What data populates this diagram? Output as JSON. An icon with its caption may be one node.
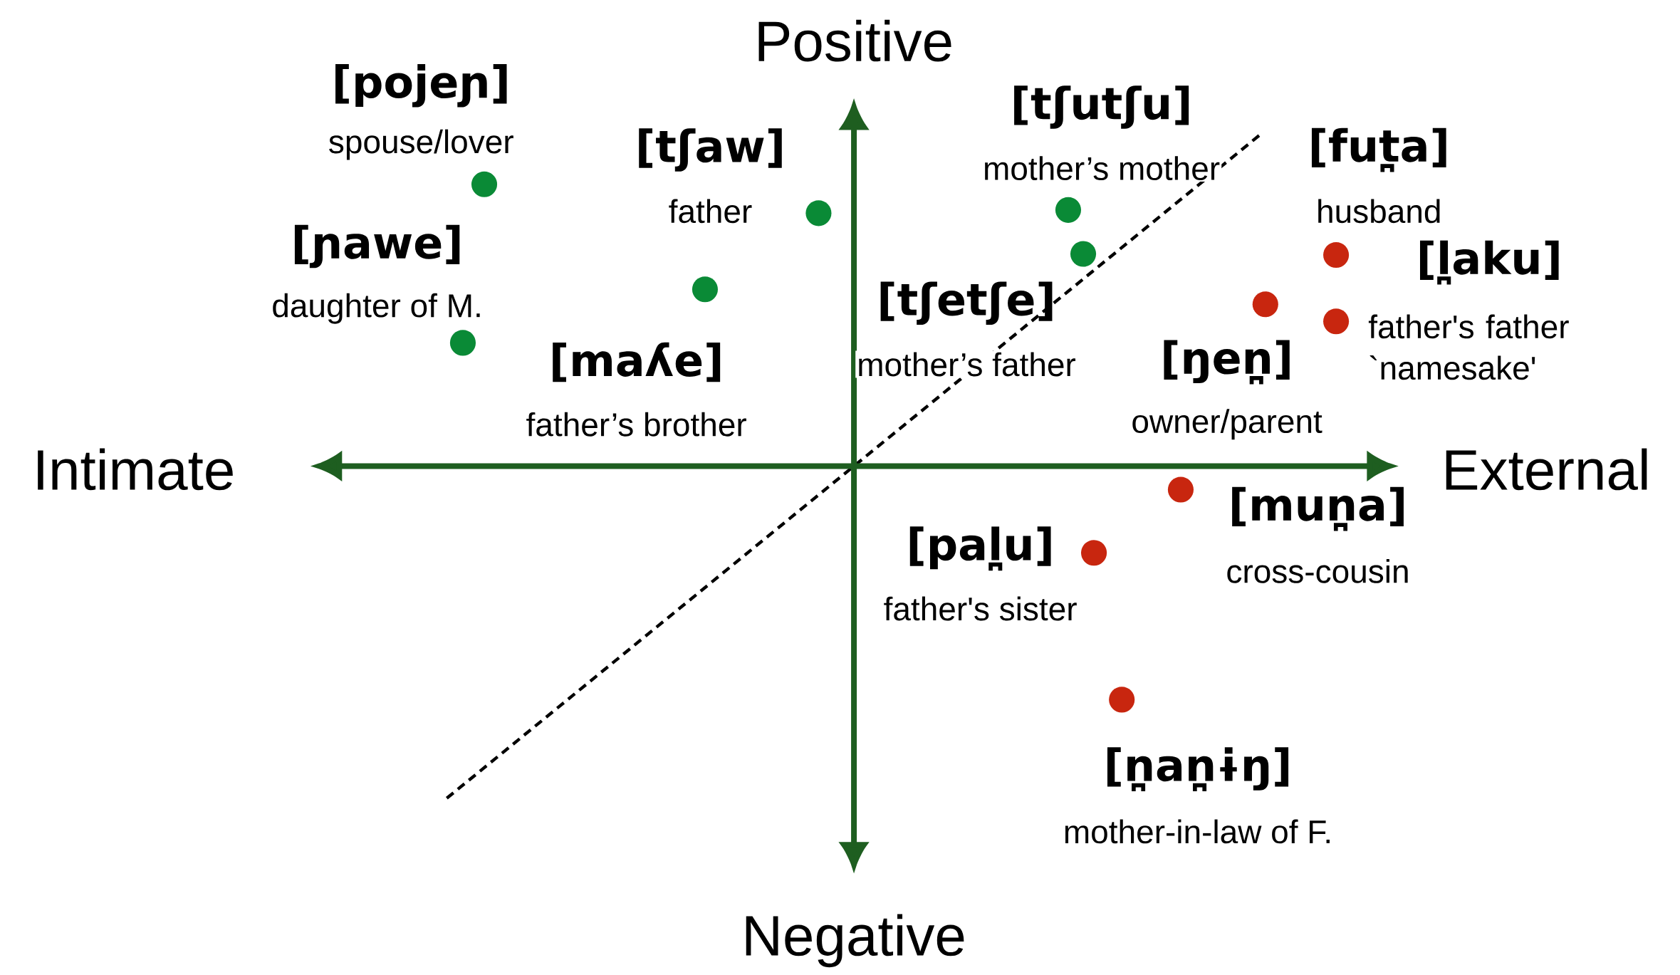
{
  "diagram": {
    "labels": [
      "Positive",
      "[pojeɲ]",
      "spouse/lover",
      "[tʃutʃu]",
      "mother’s mother",
      "[tʃaw]",
      "father",
      "[fut̪a]",
      "husband",
      "[ɲawe]",
      "daughter of M.",
      "[l̪aku]",
      "father's father `namesake'",
      "[tʃetʃe]",
      "mother’s father",
      "[maʎe]",
      "father’s brother",
      "[ŋen̪]",
      "owner/parent",
      "Intimate",
      "External",
      "[mun̪a]",
      "cross-cousin",
      "[pal̪u]",
      "father's sister",
      "[n̪an̪ɨŋ]",
      "mother-in-law of F.",
      "Negative"
    ]
  }
}
